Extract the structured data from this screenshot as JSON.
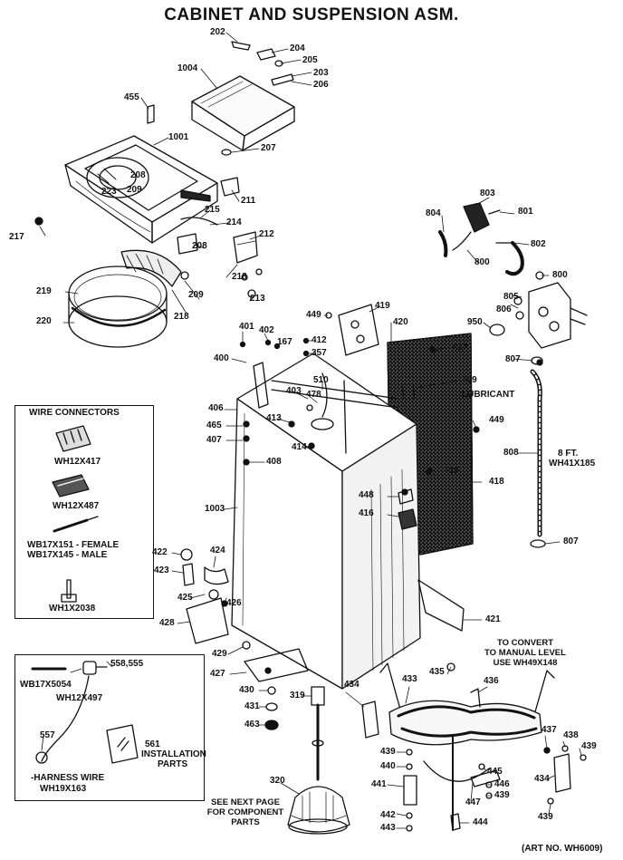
{
  "title": "CABINET AND SUSPENSION ASM.",
  "art_no": "(ART NO. WH6009)",
  "wire_connectors": {
    "heading": "WIRE CONNECTORS",
    "parts": [
      "WH12X417",
      "WH12X487",
      "WB17X151 - FEMALE",
      "WB17X145 - MALE",
      "WH1X2038"
    ]
  },
  "harness_box": {
    "parts": [
      "WB17X5054",
      "WH12X497",
      "558,555",
      "557",
      "561",
      "INSTALLATION",
      "PARTS",
      "-HARNESS WIRE",
      "WH19X163"
    ]
  },
  "notes": {
    "convert_1": "TO CONVERT",
    "convert_2": "TO MANUAL LEVEL",
    "convert_3": "USE WH49X148",
    "next_1": "SEE NEXT PAGE",
    "next_2": "FOR COMPONENT",
    "next_3": "PARTS",
    "lubricant": "LUBRICANT",
    "hose_len": "8 FT.",
    "hose_part": "WH41X185"
  },
  "labels": [
    "202",
    "204",
    "205",
    "203",
    "206",
    "1004",
    "455",
    "1001",
    "207",
    "208",
    "223",
    "209",
    "211",
    "217",
    "215",
    "214",
    "212",
    "208",
    "218",
    "213",
    "209",
    "219",
    "220",
    "218",
    "803",
    "804",
    "801",
    "802",
    "800",
    "800",
    "805",
    "806",
    "950",
    "449",
    "419",
    "420",
    "417",
    "807",
    "409",
    "401",
    "402",
    "167",
    "412",
    "357",
    "400",
    "510",
    "403",
    "478",
    "406",
    "413",
    "465",
    "407",
    "414",
    "408",
    "449",
    "808",
    "1003",
    "415",
    "418",
    "448",
    "416",
    "807",
    "422",
    "424",
    "423",
    "425",
    "426",
    "428",
    "421",
    "429",
    "427",
    "430",
    "319",
    "434",
    "433",
    "435",
    "436",
    "431",
    "463",
    "437",
    "438",
    "439",
    "439",
    "440",
    "445",
    "441",
    "446",
    "447",
    "439",
    "442",
    "443",
    "444",
    "320",
    "434",
    "439"
  ]
}
